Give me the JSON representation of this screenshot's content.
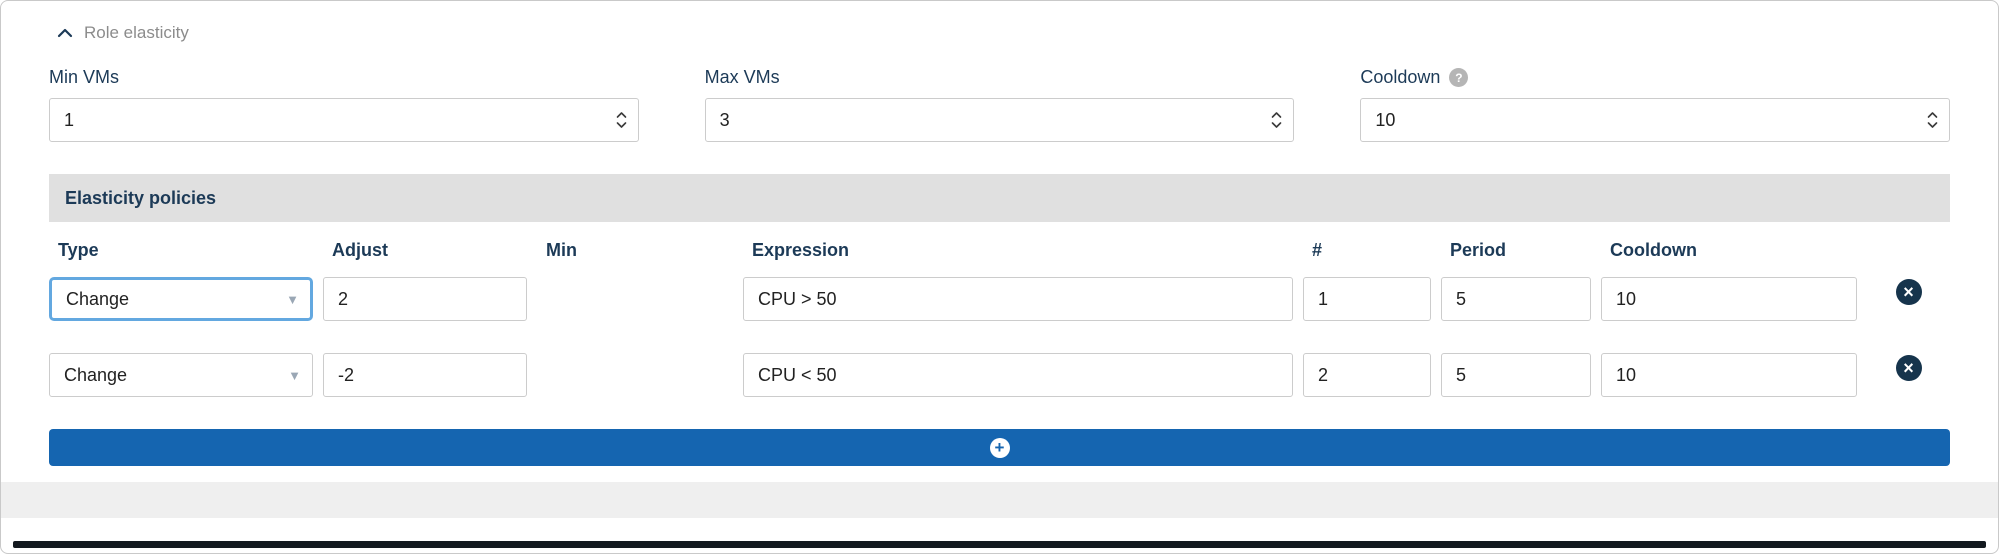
{
  "section": {
    "title": "Role elasticity",
    "collapse_icon": "chevron-up"
  },
  "fields": {
    "min_vms": {
      "label": "Min VMs",
      "value": "1"
    },
    "max_vms": {
      "label": "Max VMs",
      "value": "3"
    },
    "cooldown": {
      "label": "Cooldown",
      "value": "10",
      "help_icon": "question-circle",
      "help_glyph": "?"
    }
  },
  "policies": {
    "header": "Elasticity policies",
    "columns": [
      "Type",
      "Adjust",
      "Min",
      "Expression",
      "#",
      "Period",
      "Cooldown"
    ],
    "rows": [
      {
        "type": "Change",
        "adjust": "2",
        "min": "",
        "expression": "CPU > 50",
        "count": "1",
        "period": "5",
        "cooldown": "10"
      },
      {
        "type": "Change",
        "adjust": "-2",
        "min": "",
        "expression": "CPU < 50",
        "count": "2",
        "period": "5",
        "cooldown": "10"
      }
    ],
    "delete_glyph": "×",
    "add_button": {
      "icon": "plus-circle",
      "glyph": "+"
    },
    "select_caret_glyph": "▼"
  },
  "colors": {
    "accent_blue": "#1565b0",
    "dark_navy": "#1c3a57",
    "header_gray": "#e0e0e0",
    "focus_blue": "#63a8e0",
    "footer_gray": "#efefef",
    "bottom_bar": "#13191f"
  }
}
